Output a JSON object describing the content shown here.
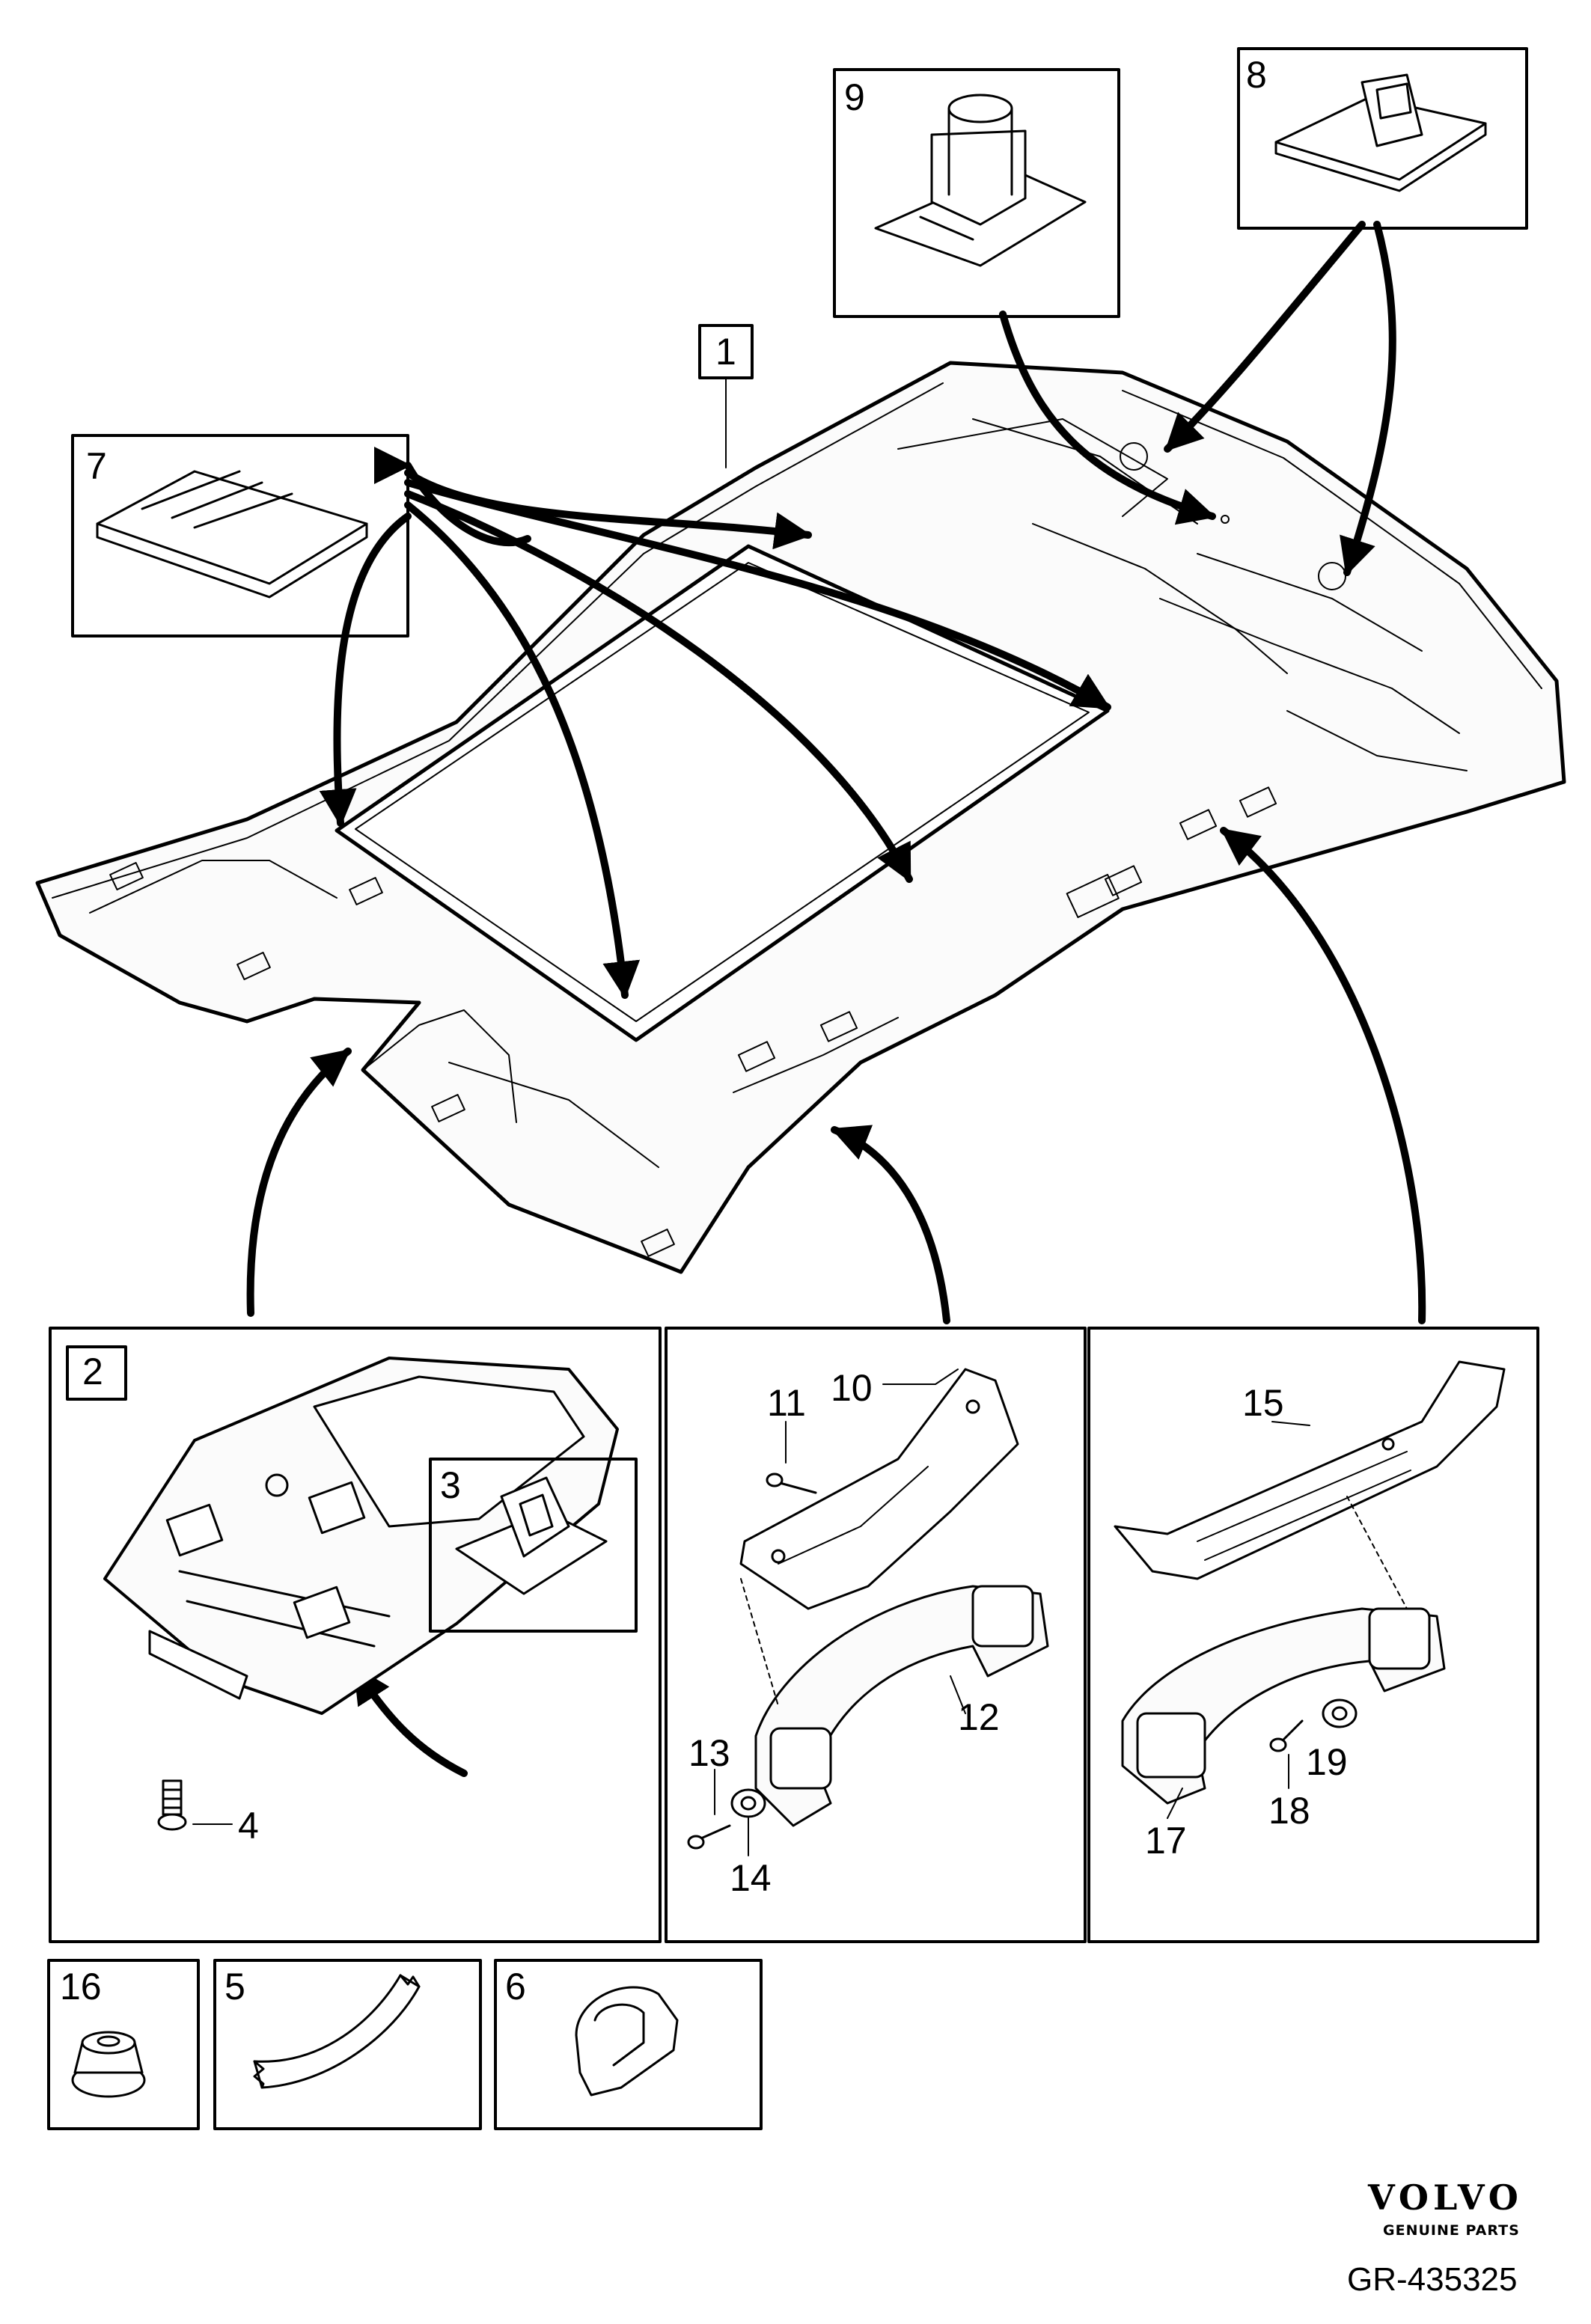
{
  "diagram": {
    "parts": [
      {
        "number": "1",
        "boxed": true
      },
      {
        "number": "2",
        "boxed": true
      },
      {
        "number": "3"
      },
      {
        "number": "4"
      },
      {
        "number": "5"
      },
      {
        "number": "6"
      },
      {
        "number": "7"
      },
      {
        "number": "8"
      },
      {
        "number": "9"
      },
      {
        "number": "10"
      },
      {
        "number": "11"
      },
      {
        "number": "12"
      },
      {
        "number": "13"
      },
      {
        "number": "14"
      },
      {
        "number": "15"
      },
      {
        "number": "16"
      },
      {
        "number": "17"
      },
      {
        "number": "18"
      },
      {
        "number": "19"
      }
    ]
  },
  "footer": {
    "brand": "VOLVO",
    "tagline": "GENUINE PARTS",
    "code": "GR-435325"
  }
}
